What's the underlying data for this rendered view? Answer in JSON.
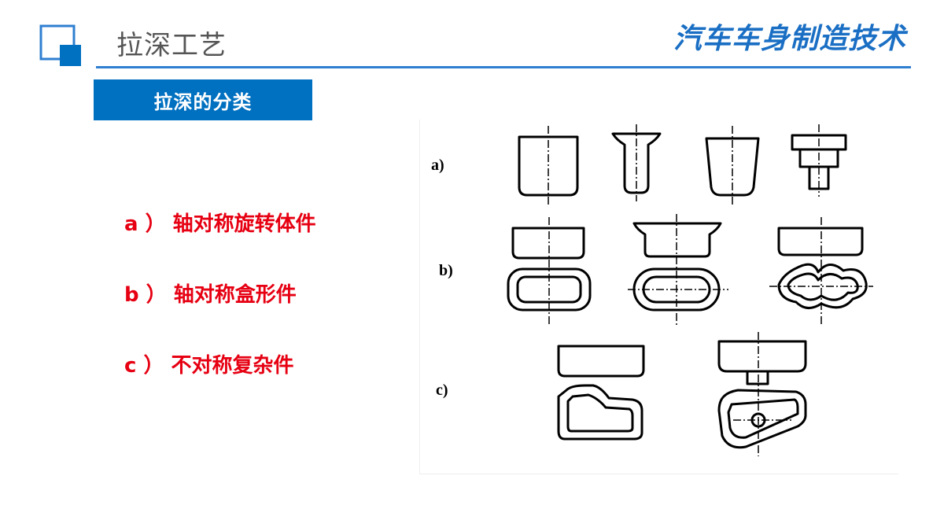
{
  "header": {
    "title": "拉深工艺",
    "brand": "汽车车身制造技术"
  },
  "section": {
    "title": "拉深的分类"
  },
  "categories": [
    {
      "label": "a ） 轴对称旋转体件"
    },
    {
      "label": "b ） 轴对称盒形件"
    },
    {
      "label": "c ） 不对称复杂件"
    }
  ],
  "diagram": {
    "row_labels": [
      "a)",
      "b)",
      "c)"
    ]
  },
  "colors": {
    "accent_blue": "#0070c0",
    "brand_blue": "#1a6fc4",
    "rule_blue": "#2f7fd1",
    "highlight_red": "#e60012",
    "title_gray": "#555555"
  }
}
